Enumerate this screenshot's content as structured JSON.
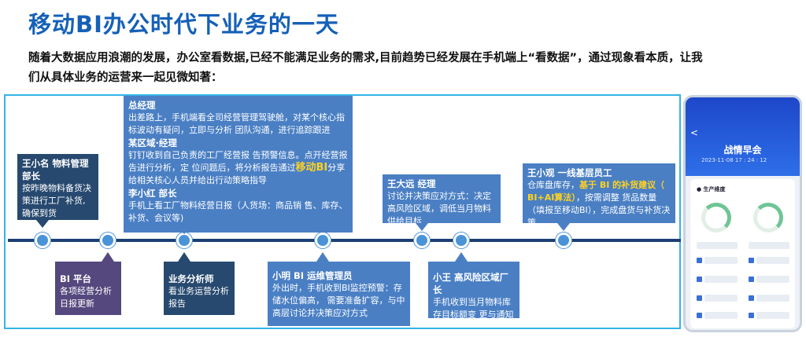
{
  "title": "移动BI办公时代下业务的一天",
  "intro": "随着大数据应用浪潮的发展，办公室看数据,已经不能满足业务的需求,目前趋势已经发展在手机端上“看数据”，通过现象看本质，让我们从具体业务的运营来一起见微知著：",
  "boxes": {
    "wang_xiaoming": {
      "head": "王小名 物料管理部长",
      "body": "按昨晚物料备货决策进行工厂补货,确保到货"
    },
    "bi_platform": {
      "head": "BI 平台",
      "body": "各项经营分析日报更新"
    },
    "manager": {
      "head1": "总经理",
      "body1": "出差路上，手机端看全司经营管理驾驶舱，对某个核心指标波动有疑问，立即与分析 团队沟通，进行追踪跟进",
      "head2": "某区域·经理",
      "body2a": "钉钉收到自己负责的工厂经营报 告预警信息。点开经营报告进行分析，定 位问题后，将分析报告通过",
      "highlight": "移动BI",
      "body2b": "分享给相关核心人员并给出行动策略指导",
      "head3": "李小红 部长",
      "body3": "手机上看工厂物料经营日报（人货场：商品销 售、库存、补货、会议等)"
    },
    "analyst": {
      "head": "业务分析师",
      "body": "看业务运营分析报告"
    },
    "xiaoming": {
      "head": "小明  BI 运维管理员",
      "body": "外出时，手机收到BI监控预警：存储水位偏高， 需要准备扩容，与中高层讨论并决策应对方式"
    },
    "wang_dayuan": {
      "head": "王大远 经理",
      "body": "讨论并决策应对方式：决定高风险区域，调低当月物料供给目标"
    },
    "xiaowang": {
      "head": "小王  高风险区域厂长",
      "body": "手机收到当月物料库存目标额变 更与通知"
    },
    "wang_xiaoguan": {
      "head": "王小观 一线基层员工",
      "body_a": "仓库盘库存，",
      "hl_a": "基于 BI 的补货建议（ BI+AI算法）",
      "body_b": "，按需调整 货品数量（填报至移动BI），完成盘货与补货决策"
    }
  },
  "phone": {
    "back": "<",
    "title": "战情早会",
    "date": "2023-11-08 17 : 24 : 12",
    "section": "● 生产维度"
  },
  "colors": {
    "title": "#1560b8",
    "box": "#4a7fc4",
    "box_purple": "#54487e",
    "box_dark": "#27496f",
    "highlight": "#ffd21f",
    "frame": "#34b3e8",
    "timeline": "#1c3f73"
  }
}
